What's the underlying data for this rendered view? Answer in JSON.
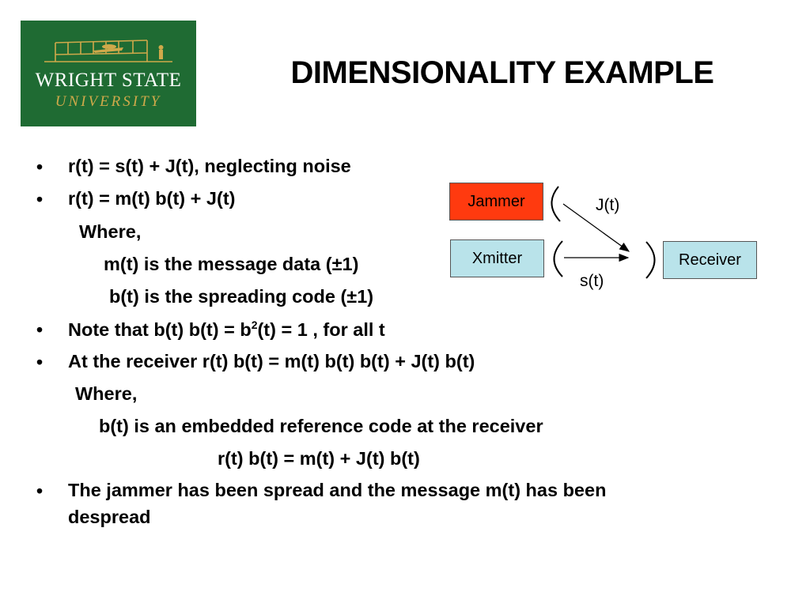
{
  "logo": {
    "line1": "WRIGHT STATE",
    "line2": "UNIVERSITY",
    "icon": "wright-flyer-logo"
  },
  "title": "DIMENSIONALITY EXAMPLE",
  "lines": [
    {
      "bullet": true,
      "text": "r(t) = s(t) + J(t), neglecting noise"
    },
    {
      "bullet": true,
      "text": "r(t) = m(t) b(t) + J(t)"
    },
    {
      "bullet": false,
      "text": "Where,"
    },
    {
      "bullet": false,
      "text": "m(t) is the message data (±1)"
    },
    {
      "bullet": false,
      "text": "b(t) is the spreading code (±1)"
    },
    {
      "bullet": true,
      "text_pre": "Note that b(t) b(t) = b",
      "superscript": "2",
      "text_post": "(t) = 1 ,  for all t"
    },
    {
      "bullet": true,
      "text": "At the receiver r(t) b(t) = m(t) b(t) b(t) + J(t) b(t)"
    },
    {
      "bullet": false,
      "text": "Where,"
    },
    {
      "bullet": false,
      "text": "b(t) is an embedded reference code at the receiver"
    },
    {
      "bullet": false,
      "text": "r(t) b(t) = m(t) + J(t) b(t)"
    },
    {
      "bullet": true,
      "text": "The jammer has been spread and the message m(t) has been"
    },
    {
      "bullet": false,
      "text": "despread"
    }
  ],
  "diagram": {
    "jammer": "Jammer",
    "xmitter": "Xmitter",
    "receiver": "Receiver",
    "jammer_signal": "J(t)",
    "transmit_signal": "s(t)",
    "colors": {
      "jammer": "#ff3a0f",
      "node": "#b9e3ea"
    }
  }
}
